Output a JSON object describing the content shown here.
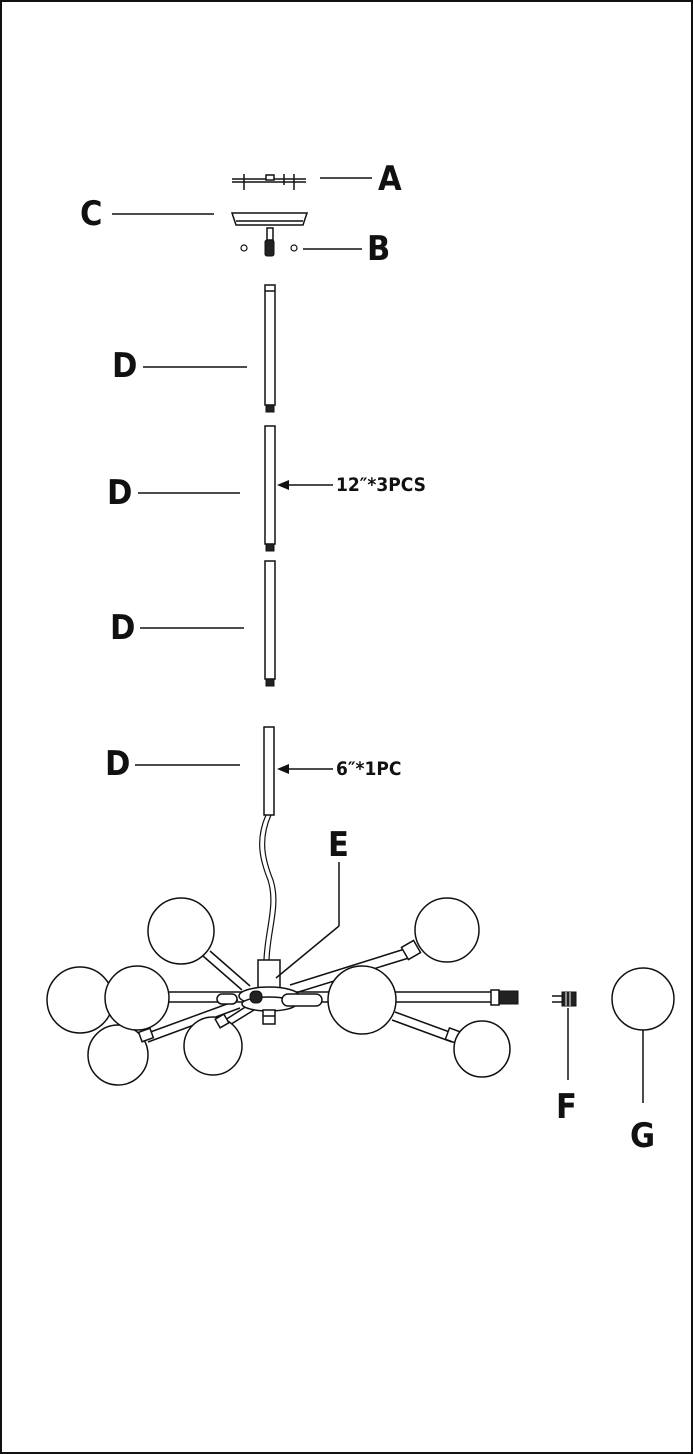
{
  "labels": {
    "a": "A",
    "b": "B",
    "c": "C",
    "d1": "D",
    "d2": "D",
    "d3": "D",
    "d4": "D",
    "e": "E",
    "f": "F",
    "g": "G"
  },
  "notes": {
    "long_rods": "12″*3PCS",
    "short_rod": "6″*1PC"
  }
}
